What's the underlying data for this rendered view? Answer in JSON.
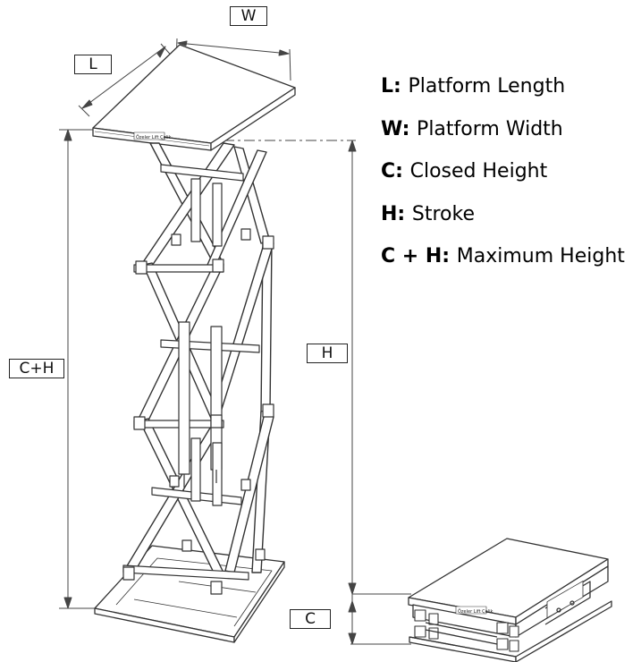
{
  "dimension_labels": {
    "length": "L",
    "width": "W",
    "closed_plus_stroke": "C+H",
    "stroke": "H",
    "closed": "C"
  },
  "legend": [
    {
      "key": "L:",
      "text": "Platform Length"
    },
    {
      "key": "W:",
      "text": "Platform Width"
    },
    {
      "key": "C:",
      "text": "Closed Height"
    },
    {
      "key": "H:",
      "text": "Stroke"
    },
    {
      "key": "C + H:",
      "text": "Maximum Height"
    }
  ],
  "brand_plate": "Özeler Lift Çelik"
}
